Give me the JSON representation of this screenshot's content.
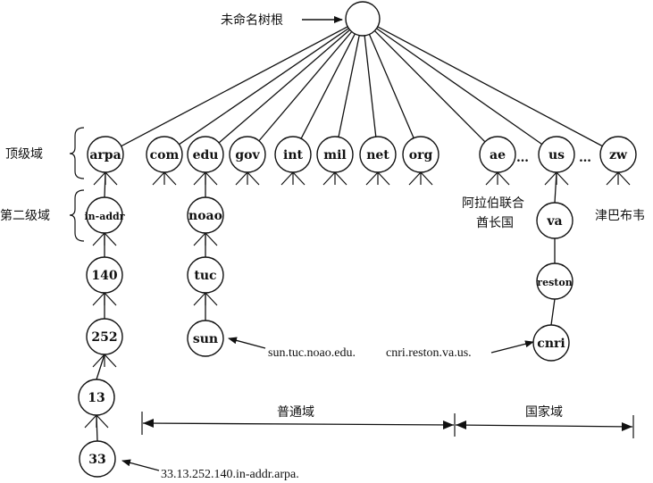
{
  "root_label": "未命名树根",
  "level_labels": {
    "top_level": "顶级域",
    "second_level": "第二级域"
  },
  "top_level_domains": [
    "arpa",
    "com",
    "edu",
    "gov",
    "int",
    "mil",
    "net",
    "org",
    "ae",
    "us",
    "zw"
  ],
  "ellipsis": "…",
  "country_notes": {
    "ae_line1": "阿拉伯联合",
    "ae_line2": "酋长国",
    "zw": "津巴布韦"
  },
  "arpa_chain": [
    "in-addr",
    "140",
    "252",
    "13",
    "33"
  ],
  "edu_chain": [
    "noao",
    "tuc",
    "sun"
  ],
  "us_chain": [
    "va",
    "reston",
    "cnri"
  ],
  "fqdn_labels": {
    "sun": "sun.tuc.noao.edu.",
    "cnri": "cnri.reston.va.us.",
    "ip": "33.13.252.140.in-addr.arpa."
  },
  "ranges": {
    "generic": "普通域",
    "country": "国家域"
  }
}
